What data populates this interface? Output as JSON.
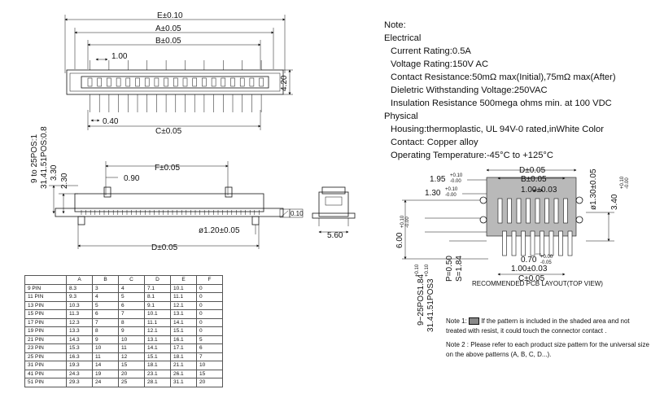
{
  "top_view": {
    "dim_e": "E±0.10",
    "dim_a": "A±0.05",
    "dim_b": "B±0.05",
    "dim_c": "C±0.05",
    "dim_pitch": "1.00",
    "dim_height": "4.20",
    "dim_offset": "0.40"
  },
  "side_view": {
    "rot_label_line1": "9 to 25POS:1",
    "rot_label_line2": "31.41.51POS:0.8",
    "dim_330": "3.30",
    "dim_230": "2.30",
    "dim_f": "F±0.05",
    "dim_090": "0.90",
    "dim_hole": "ø1.20±0.05",
    "dim_d": "D±0.05",
    "flatness": "0.10"
  },
  "end_view": {
    "dim_width": "5.60"
  },
  "notes": {
    "heading": "Note:",
    "electrical_heading": "Electrical",
    "electrical": [
      "Current Rating:0.5A",
      "Voltage Rating:150V AC",
      "Contact Resistance:50mΩ max(Initial),75mΩ max(After)",
      "Dieletric Withstanding Voltage:250VAC",
      "Insulation Resistance 500mega ohms min. at 100 VDC"
    ],
    "physical_heading": "Physical",
    "physical": [
      "Housing:thermoplastic, UL 94V-0 rated,inWhite Color",
      "Contact: Copper alloy",
      "Operating Temperature:-45°C to +125°C"
    ]
  },
  "pcb_layout": {
    "dim_d": "D±0.05",
    "dim_b": "B±0.05",
    "dim_195": "1.95",
    "dim_195_tol_up": "+0.10",
    "dim_195_tol_dn": "-0.00",
    "dim_130": "1.30",
    "dim_130_tol_up": "+0.10",
    "dim_130_tol_dn": "-0.00",
    "dim_pitch": "1.00±0.03",
    "dim_hole_130": "ø1.30±0.05",
    "dim_340": "3.40",
    "dim_340_tol_up": "+0.10",
    "dim_340_tol_dn": "-0.00",
    "dim_600": "6.00",
    "dim_600_tol_up": "+0.10",
    "dim_600_tol_dn": "-0.00",
    "dim_070": "0.70",
    "dim_070_tol_up": "+0.00",
    "dim_070_tol_dn": "-0.05",
    "dim_pitch2": "1.00±0.03",
    "dim_c": "C±0.05",
    "dim_p050": "P=0.50",
    "dim_s184": "S=1.84",
    "rot_label_line1": "9~25POS1.84",
    "rot_label_line1_tol": "+0.10",
    "rot_label_line2": "31.41.51POS3",
    "rot_label_line2_tol": "+0.10",
    "caption": "RECOMMENDED PCB LAYOUT(TOP VIEW)"
  },
  "footnotes": {
    "note1_prefix": "Note 1:",
    "note1_text": "If the pattern is included in the shaded area and not treated with resist, it could touch the connector contact .",
    "note2": "Note 2 : Please refer to each product size pattern for the universal size on the above patterns (A, B, C, D...)."
  },
  "dims_table": {
    "headers": [
      "",
      "A",
      "B",
      "C",
      "D",
      "E",
      "F"
    ],
    "rows": [
      [
        "9 PIN",
        "8.3",
        "3",
        "4",
        "7.1",
        "10.1",
        "0"
      ],
      [
        "11 PIN",
        "9.3",
        "4",
        "5",
        "8.1",
        "11.1",
        "0"
      ],
      [
        "13 PIN",
        "10.3",
        "5",
        "6",
        "9.1",
        "12.1",
        "0"
      ],
      [
        "15 PIN",
        "11.3",
        "6",
        "7",
        "10.1",
        "13.1",
        "0"
      ],
      [
        "17 PIN",
        "12.3",
        "7",
        "8",
        "11.1",
        "14.1",
        "0"
      ],
      [
        "19 PIN",
        "13.3",
        "8",
        "9",
        "12.1",
        "15.1",
        "0"
      ],
      [
        "21 PIN",
        "14.3",
        "9",
        "10",
        "13.1",
        "16.1",
        "5"
      ],
      [
        "23 PIN",
        "15.3",
        "10",
        "11",
        "14.1",
        "17.1",
        "6"
      ],
      [
        "25 PIN",
        "16.3",
        "11",
        "12",
        "15.1",
        "18.1",
        "7"
      ],
      [
        "31 PIN",
        "19.3",
        "14",
        "15",
        "18.1",
        "21.1",
        "10"
      ],
      [
        "41 PIN",
        "24.3",
        "19",
        "20",
        "23.1",
        "26.1",
        "15"
      ],
      [
        "51 PIN",
        "29.3",
        "24",
        "25",
        "28.1",
        "31.1",
        "20"
      ]
    ]
  }
}
